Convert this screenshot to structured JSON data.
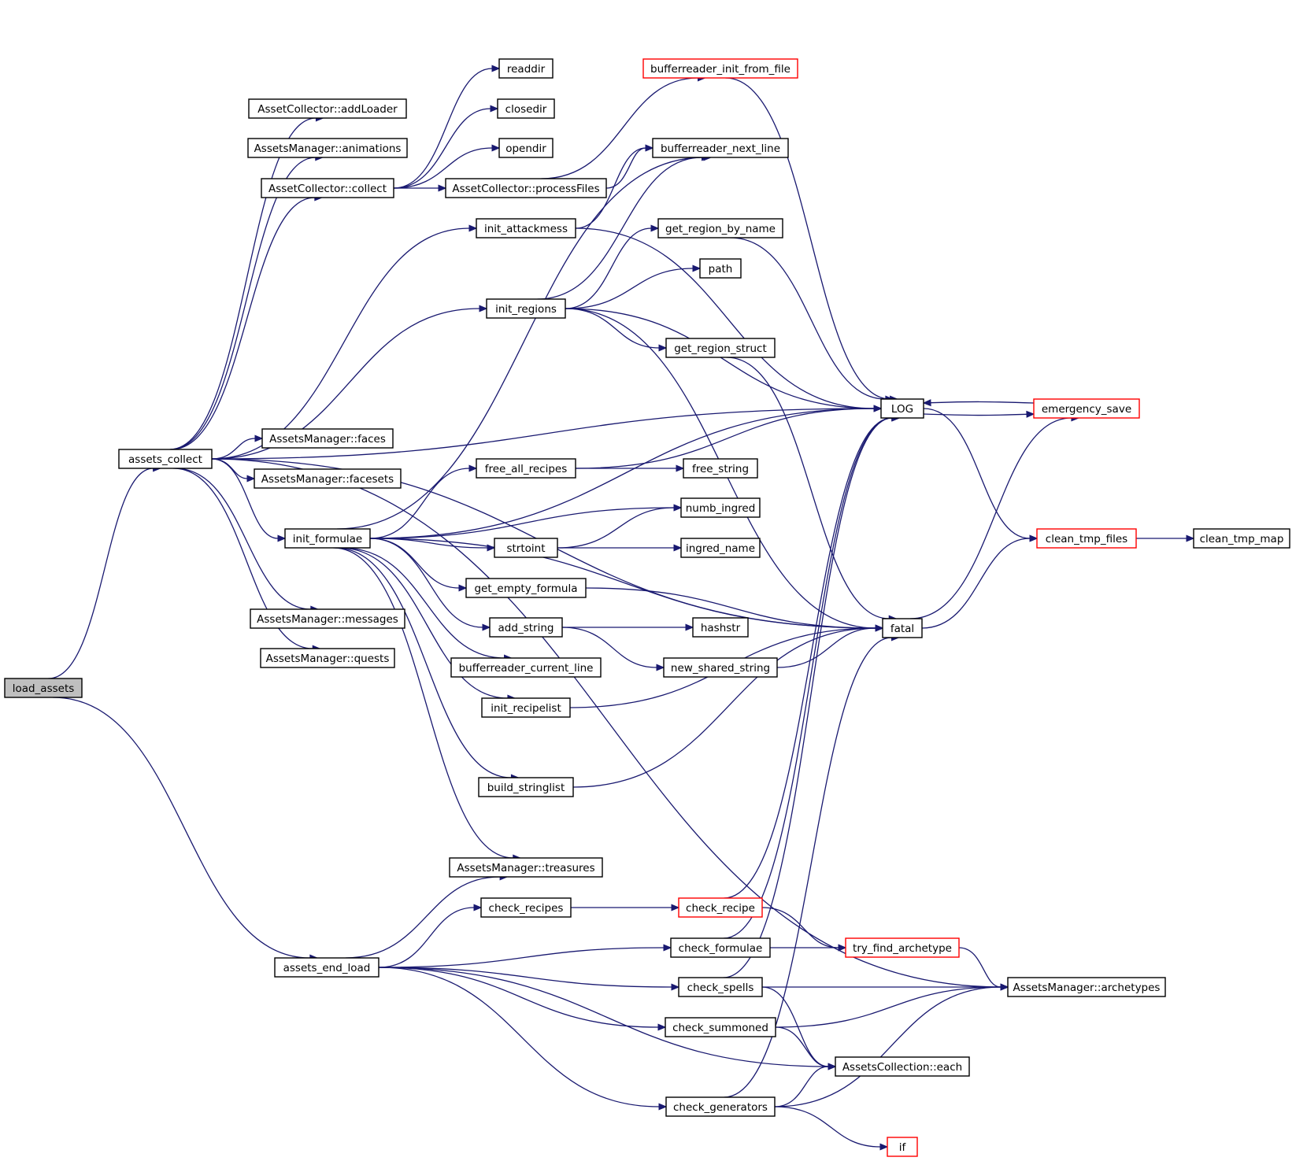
{
  "colors": {
    "edge": "#191970",
    "border_normal": "#000000",
    "border_truncated": "#ff0000",
    "root_fill": "#bfbfbf",
    "fill": "#ffffff"
  },
  "nodes": [
    {
      "id": "load_assets",
      "label": "load_assets",
      "style": "root"
    },
    {
      "id": "assets_collect",
      "label": "assets_collect",
      "style": "normal"
    },
    {
      "id": "assets_end_load",
      "label": "assets_end_load",
      "style": "normal"
    },
    {
      "id": "addLoader",
      "label": "AssetCollector::addLoader",
      "style": "normal"
    },
    {
      "id": "animations",
      "label": "AssetsManager::animations",
      "style": "normal"
    },
    {
      "id": "collect",
      "label": "AssetCollector::collect",
      "style": "normal"
    },
    {
      "id": "faces",
      "label": "AssetsManager::faces",
      "style": "normal"
    },
    {
      "id": "facesets",
      "label": "AssetsManager::facesets",
      "style": "normal"
    },
    {
      "id": "init_formulae",
      "label": "init_formulae",
      "style": "normal"
    },
    {
      "id": "messages",
      "label": "AssetsManager::messages",
      "style": "normal"
    },
    {
      "id": "quests",
      "label": "AssetsManager::quests",
      "style": "normal"
    },
    {
      "id": "readdir",
      "label": "readdir",
      "style": "normal"
    },
    {
      "id": "closedir",
      "label": "closedir",
      "style": "normal"
    },
    {
      "id": "opendir",
      "label": "opendir",
      "style": "normal"
    },
    {
      "id": "processFiles",
      "label": "AssetCollector::processFiles",
      "style": "normal"
    },
    {
      "id": "init_attackmess",
      "label": "init_attackmess",
      "style": "normal"
    },
    {
      "id": "init_regions",
      "label": "init_regions",
      "style": "normal"
    },
    {
      "id": "free_all_recipes",
      "label": "free_all_recipes",
      "style": "normal"
    },
    {
      "id": "strtoint",
      "label": "strtoint",
      "style": "normal"
    },
    {
      "id": "get_empty_formula",
      "label": "get_empty_formula",
      "style": "normal"
    },
    {
      "id": "add_string",
      "label": "add_string",
      "style": "normal"
    },
    {
      "id": "bufferreader_current_line",
      "label": "bufferreader_current_line",
      "style": "normal"
    },
    {
      "id": "init_recipelist",
      "label": "init_recipelist",
      "style": "normal"
    },
    {
      "id": "build_stringlist",
      "label": "build_stringlist",
      "style": "normal"
    },
    {
      "id": "treasures",
      "label": "AssetsManager::treasures",
      "style": "normal"
    },
    {
      "id": "check_recipes",
      "label": "check_recipes",
      "style": "normal"
    },
    {
      "id": "bufferreader_init_from_file",
      "label": "bufferreader_init_from_file",
      "style": "truncated"
    },
    {
      "id": "bufferreader_next_line",
      "label": "bufferreader_next_line",
      "style": "normal"
    },
    {
      "id": "get_region_by_name",
      "label": "get_region_by_name",
      "style": "normal"
    },
    {
      "id": "path",
      "label": "path",
      "style": "normal"
    },
    {
      "id": "get_region_struct",
      "label": "get_region_struct",
      "style": "normal"
    },
    {
      "id": "free_string",
      "label": "free_string",
      "style": "normal"
    },
    {
      "id": "numb_ingred",
      "label": "numb_ingred",
      "style": "normal"
    },
    {
      "id": "ingred_name",
      "label": "ingred_name",
      "style": "normal"
    },
    {
      "id": "hashstr",
      "label": "hashstr",
      "style": "normal"
    },
    {
      "id": "new_shared_string",
      "label": "new_shared_string",
      "style": "normal"
    },
    {
      "id": "check_recipe",
      "label": "check_recipe",
      "style": "truncated"
    },
    {
      "id": "check_formulae",
      "label": "check_formulae",
      "style": "normal"
    },
    {
      "id": "check_spells",
      "label": "check_spells",
      "style": "normal"
    },
    {
      "id": "check_summoned",
      "label": "check_summoned",
      "style": "normal"
    },
    {
      "id": "check_generators",
      "label": "check_generators",
      "style": "normal"
    },
    {
      "id": "LOG",
      "label": "LOG",
      "style": "normal"
    },
    {
      "id": "fatal",
      "label": "fatal",
      "style": "normal"
    },
    {
      "id": "try_find_archetype",
      "label": "try_find_archetype",
      "style": "truncated"
    },
    {
      "id": "each",
      "label": "AssetsCollection::each",
      "style": "normal"
    },
    {
      "id": "if",
      "label": "if",
      "style": "truncated"
    },
    {
      "id": "emergency_save",
      "label": "emergency_save",
      "style": "truncated"
    },
    {
      "id": "clean_tmp_files",
      "label": "clean_tmp_files",
      "style": "truncated"
    },
    {
      "id": "archetypes",
      "label": "AssetsManager::archetypes",
      "style": "normal"
    },
    {
      "id": "clean_tmp_map",
      "label": "clean_tmp_map",
      "style": "normal"
    }
  ],
  "edges": [
    [
      "load_assets",
      "assets_collect"
    ],
    [
      "load_assets",
      "assets_end_load"
    ],
    [
      "assets_collect",
      "LOG"
    ],
    [
      "assets_collect",
      "addLoader"
    ],
    [
      "assets_collect",
      "animations"
    ],
    [
      "assets_collect",
      "collect"
    ],
    [
      "assets_collect",
      "init_attackmess"
    ],
    [
      "assets_collect",
      "init_regions"
    ],
    [
      "assets_collect",
      "faces"
    ],
    [
      "assets_collect",
      "facesets"
    ],
    [
      "assets_collect",
      "init_formulae"
    ],
    [
      "assets_collect",
      "messages"
    ],
    [
      "assets_collect",
      "quests"
    ],
    [
      "assets_collect",
      "fatal"
    ],
    [
      "assets_collect",
      "archetypes"
    ],
    [
      "collect",
      "readdir"
    ],
    [
      "collect",
      "closedir"
    ],
    [
      "collect",
      "opendir"
    ],
    [
      "collect",
      "processFiles"
    ],
    [
      "processFiles",
      "bufferreader_init_from_file"
    ],
    [
      "processFiles",
      "bufferreader_next_line"
    ],
    [
      "bufferreader_init_from_file",
      "LOG"
    ],
    [
      "init_attackmess",
      "bufferreader_next_line"
    ],
    [
      "init_attackmess",
      "LOG"
    ],
    [
      "init_regions",
      "bufferreader_next_line"
    ],
    [
      "init_regions",
      "LOG"
    ],
    [
      "init_regions",
      "get_region_by_name"
    ],
    [
      "init_regions",
      "path"
    ],
    [
      "init_regions",
      "get_region_struct"
    ],
    [
      "init_regions",
      "fatal"
    ],
    [
      "get_region_by_name",
      "LOG"
    ],
    [
      "get_region_struct",
      "fatal"
    ],
    [
      "init_formulae",
      "bufferreader_next_line"
    ],
    [
      "init_formulae",
      "LOG"
    ],
    [
      "init_formulae",
      "free_all_recipes"
    ],
    [
      "init_formulae",
      "numb_ingred"
    ],
    [
      "init_formulae",
      "strtoint"
    ],
    [
      "init_formulae",
      "get_empty_formula"
    ],
    [
      "init_formulae",
      "add_string"
    ],
    [
      "init_formulae",
      "bufferreader_current_line"
    ],
    [
      "init_formulae",
      "init_recipelist"
    ],
    [
      "init_formulae",
      "fatal"
    ],
    [
      "init_formulae",
      "build_stringlist"
    ],
    [
      "init_formulae",
      "treasures"
    ],
    [
      "free_all_recipes",
      "LOG"
    ],
    [
      "free_all_recipes",
      "free_string"
    ],
    [
      "strtoint",
      "numb_ingred"
    ],
    [
      "strtoint",
      "ingred_name"
    ],
    [
      "get_empty_formula",
      "fatal"
    ],
    [
      "add_string",
      "hashstr"
    ],
    [
      "add_string",
      "new_shared_string"
    ],
    [
      "new_shared_string",
      "fatal"
    ],
    [
      "init_recipelist",
      "fatal"
    ],
    [
      "build_stringlist",
      "fatal"
    ],
    [
      "assets_end_load",
      "treasures"
    ],
    [
      "assets_end_load",
      "check_recipes"
    ],
    [
      "assets_end_load",
      "check_formulae"
    ],
    [
      "assets_end_load",
      "check_spells"
    ],
    [
      "assets_end_load",
      "check_summoned"
    ],
    [
      "assets_end_load",
      "each"
    ],
    [
      "assets_end_load",
      "check_generators"
    ],
    [
      "check_recipes",
      "check_recipe"
    ],
    [
      "check_recipe",
      "LOG"
    ],
    [
      "check_recipe",
      "try_find_archetype"
    ],
    [
      "check_formulae",
      "LOG"
    ],
    [
      "check_formulae",
      "try_find_archetype"
    ],
    [
      "check_spells",
      "LOG"
    ],
    [
      "check_spells",
      "archetypes"
    ],
    [
      "check_spells",
      "each"
    ],
    [
      "check_summoned",
      "archetypes"
    ],
    [
      "check_summoned",
      "each"
    ],
    [
      "check_generators",
      "fatal"
    ],
    [
      "check_generators",
      "each"
    ],
    [
      "check_generators",
      "archetypes"
    ],
    [
      "check_generators",
      "if"
    ],
    [
      "try_find_archetype",
      "archetypes"
    ],
    [
      "LOG",
      "emergency_save"
    ],
    [
      "LOG",
      "clean_tmp_files"
    ],
    [
      "emergency_save",
      "LOG"
    ],
    [
      "fatal",
      "emergency_save"
    ],
    [
      "fatal",
      "clean_tmp_files"
    ],
    [
      "clean_tmp_files",
      "clean_tmp_map"
    ]
  ]
}
